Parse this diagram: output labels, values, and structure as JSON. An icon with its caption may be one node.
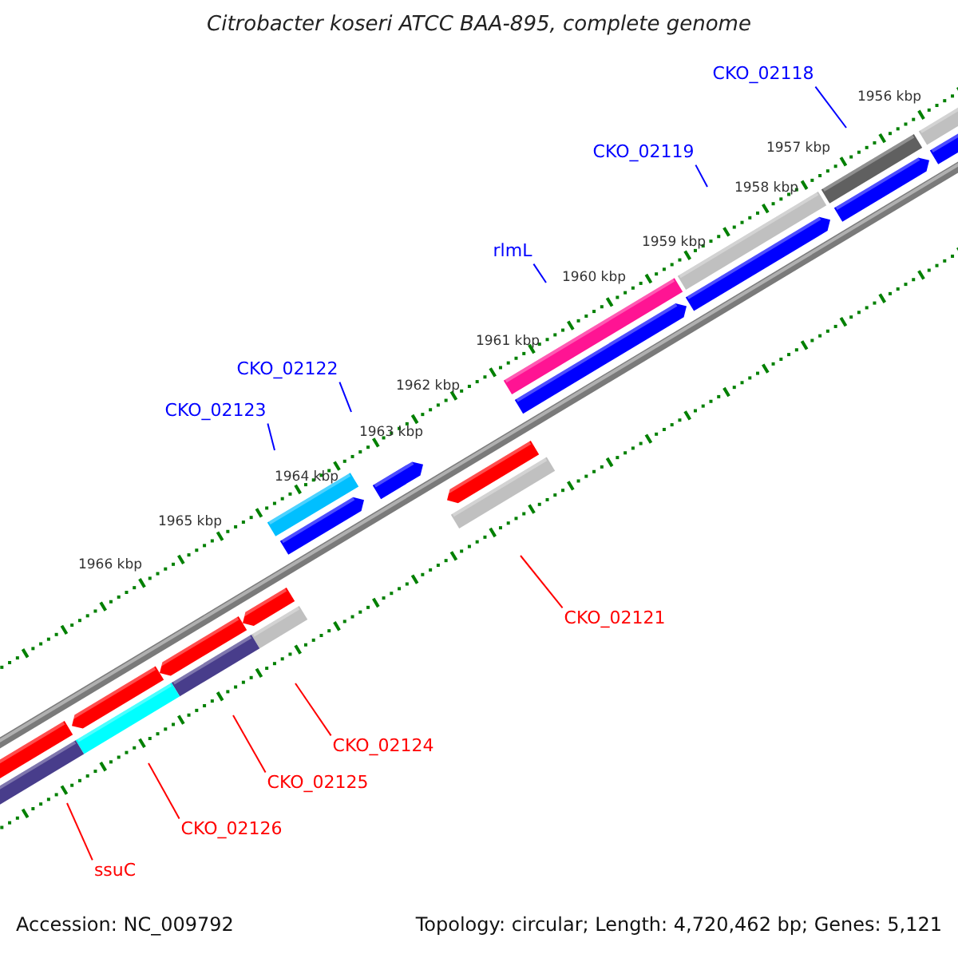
{
  "diagram": {
    "title": "Citrobacter koseri ATCC BAA-895, complete genome",
    "nodes": [
      {
        "text": [
          "CKO_02118"
        ]
      },
      {
        "text": [
          "CKO_02119"
        ]
      },
      {
        "text": [
          "rlmL"
        ]
      },
      {
        "text": [
          "CKO_02122"
        ]
      },
      {
        "text": [
          "CKO_02123"
        ]
      },
      {
        "text": [
          "CKO_02121"
        ]
      },
      {
        "text": [
          "CKO_02124"
        ]
      },
      {
        "text": [
          "CKO_02125"
        ]
      },
      {
        "text": [
          "CKO_02126"
        ]
      },
      {
        "text": [
          "ssuC"
        ]
      }
    ],
    "edges": [
      {
        "from": 0,
        "to": null,
        "arrow": "none",
        "color": "#0000ff"
      },
      {
        "from": 1,
        "to": null,
        "arrow": "none",
        "color": "#0000ff"
      },
      {
        "from": 2,
        "to": null,
        "arrow": "none",
        "color": "#0000ff"
      },
      {
        "from": 3,
        "to": null,
        "arrow": "none",
        "color": "#0000ff"
      },
      {
        "from": 4,
        "to": null,
        "arrow": "none",
        "color": "#0000ff"
      },
      {
        "from": 5,
        "to": null,
        "arrow": "none",
        "color": "#ff0000"
      },
      {
        "from": 6,
        "to": null,
        "arrow": "none",
        "color": "#ff0000"
      },
      {
        "from": 7,
        "to": null,
        "arrow": "none",
        "color": "#ff0000"
      },
      {
        "from": 8,
        "to": null,
        "arrow": "none",
        "color": "#ff0000"
      },
      {
        "from": 9,
        "to": null,
        "arrow": "none",
        "color": "#ff0000"
      }
    ],
    "labels": [
      "1956 kbp",
      "1957 kbp",
      "1958 kbp",
      "1959 kbp",
      "1960 kbp",
      "1961 kbp",
      "1962 kbp",
      "1963 kbp",
      "1964 kbp",
      "1965 kbp",
      "1966 kbp",
      "Accession: NC_009792",
      "Topology: circular; Length: 4,720,462 bp; Genes: 5,121"
    ]
  }
}
